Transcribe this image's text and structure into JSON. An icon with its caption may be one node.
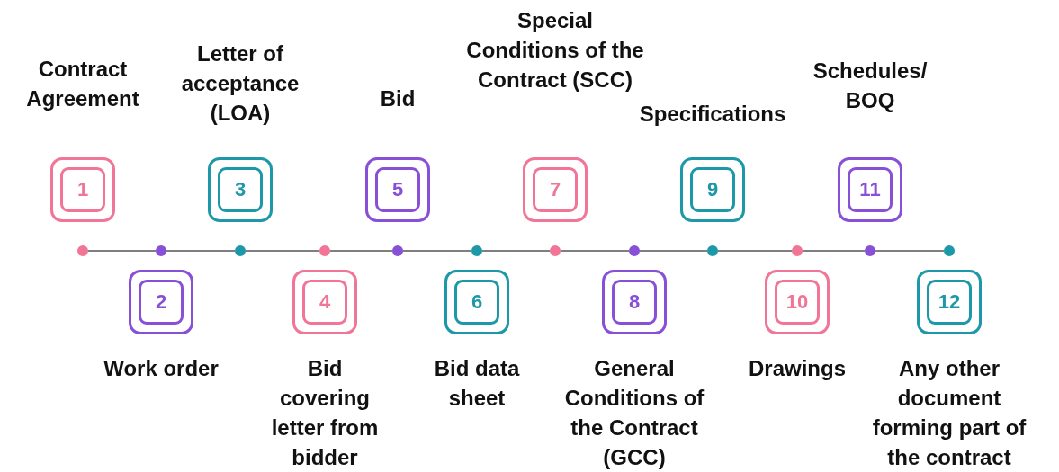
{
  "diagram": {
    "nodes": [
      {
        "text": [
          "1"
        ],
        "beside": [
          "Contract Agreement"
        ]
      },
      {
        "text": [
          "2"
        ],
        "beside": [
          "Work order"
        ]
      },
      {
        "text": [
          "3"
        ],
        "beside": [
          "Letter of acceptance (LOA)"
        ]
      },
      {
        "text": [
          "4"
        ],
        "beside": [
          "Bid covering letter from bidder"
        ]
      },
      {
        "text": [
          "5"
        ],
        "beside": [
          "Bid"
        ]
      },
      {
        "text": [
          "6"
        ],
        "beside": [
          "Bid data sheet"
        ]
      },
      {
        "text": [
          "7"
        ],
        "beside": [
          "Special Conditions of the Contract (SCC)"
        ]
      },
      {
        "text": [
          "8"
        ],
        "beside": [
          "General Conditions of the Contract (GCC)"
        ]
      },
      {
        "text": [
          "9"
        ],
        "beside": [
          "Specifications"
        ]
      },
      {
        "text": [
          "10"
        ],
        "beside": [
          "Drawings"
        ]
      },
      {
        "text": [
          "11"
        ],
        "beside": [
          "Schedules/ BOQ"
        ]
      },
      {
        "text": [
          "12"
        ],
        "beside": [
          "Any other document forming part of the contract"
        ]
      },
      {
        "text": [],
        "shape": "circle"
      },
      {
        "text": [],
        "shape": "circle"
      },
      {
        "text": [],
        "shape": "circle"
      },
      {
        "text": [],
        "shape": "circle"
      },
      {
        "text": [],
        "shape": "circle"
      },
      {
        "text": [],
        "shape": "circle"
      },
      {
        "text": [],
        "shape": "circle"
      },
      {
        "text": [],
        "shape": "circle"
      },
      {
        "text": [],
        "shape": "circle"
      },
      {
        "text": [],
        "shape": "circle"
      },
      {
        "text": [],
        "shape": "circle"
      },
      {
        "text": [],
        "shape": "circle"
      }
    ],
    "edges": [
      {
        "from": 12,
        "to": 13,
        "arrow": "none"
      },
      {
        "from": 13,
        "to": 14,
        "arrow": "none"
      },
      {
        "from": 14,
        "to": 15,
        "arrow": "none"
      },
      {
        "from": 15,
        "to": 16,
        "arrow": "none"
      },
      {
        "from": 16,
        "to": 17,
        "arrow": "none"
      },
      {
        "from": 17,
        "to": 18,
        "arrow": "none"
      },
      {
        "from": 18,
        "to": 19,
        "arrow": "none"
      },
      {
        "from": 19,
        "to": 20,
        "arrow": "none"
      },
      {
        "from": 20,
        "to": 21,
        "arrow": "none"
      },
      {
        "from": 21,
        "to": 22,
        "arrow": "none"
      },
      {
        "from": 22,
        "to": 23,
        "arrow": "none"
      }
    ]
  }
}
